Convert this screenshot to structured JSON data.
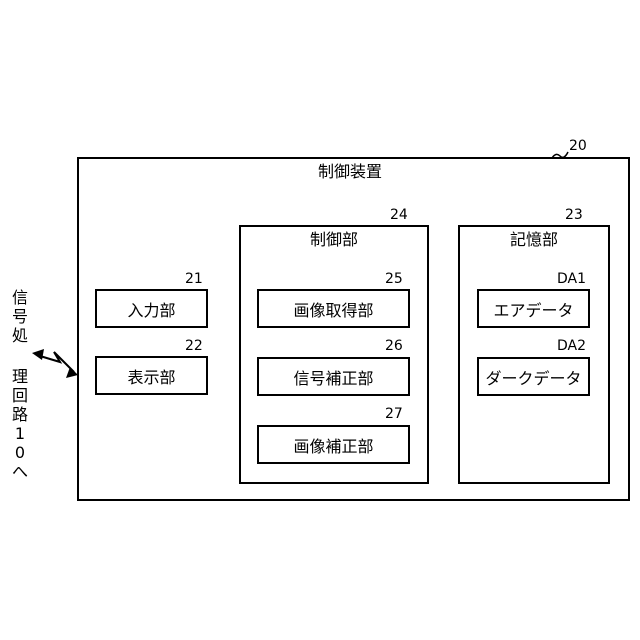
{
  "diagram": {
    "outer_box": {
      "title": "制御装置",
      "ref": "20"
    },
    "input_unit": {
      "label": "入力部",
      "ref": "21"
    },
    "display_unit": {
      "label": "表示部",
      "ref": "22"
    },
    "control_unit": {
      "title": "制御部",
      "ref": "24",
      "blocks": [
        {
          "label": "画像取得部",
          "ref": "25"
        },
        {
          "label": "信号補正部",
          "ref": "26"
        },
        {
          "label": "画像補正部",
          "ref": "27"
        }
      ]
    },
    "storage_unit": {
      "title": "記憶部",
      "ref": "23",
      "data": [
        {
          "label": "エアデータ",
          "ref": "DA1"
        },
        {
          "label": "ダークデータ",
          "ref": "DA2"
        }
      ]
    },
    "external_link": {
      "chars": [
        "信",
        "号",
        "処",
        "理",
        "回",
        "路",
        "1",
        "0",
        "へ"
      ]
    }
  }
}
